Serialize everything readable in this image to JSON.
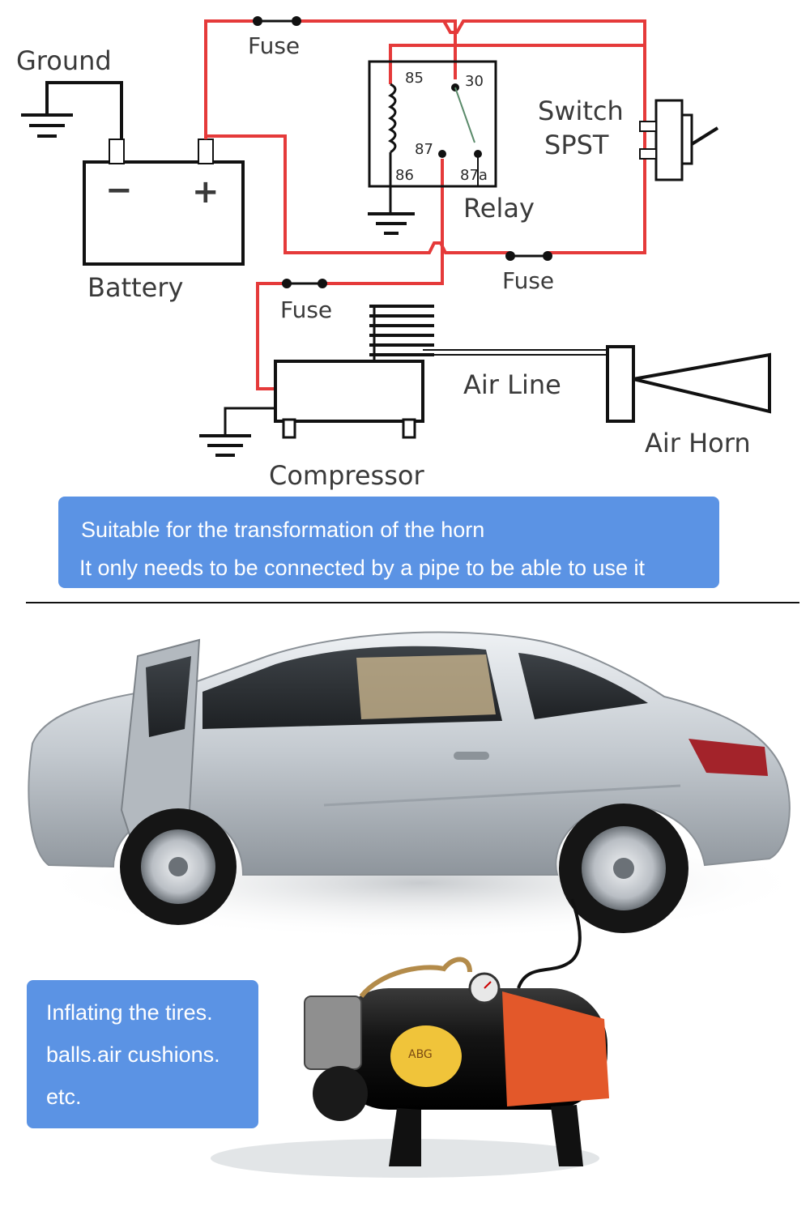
{
  "diagram": {
    "labels": {
      "ground": "Ground",
      "battery": "Battery",
      "fuse_top": "Fuse",
      "fuse_right": "Fuse",
      "fuse_compressor": "Fuse",
      "relay": "Relay",
      "switch_line1": "Switch",
      "switch_line2": "SPST",
      "compressor": "Compressor",
      "air_line": "Air Line",
      "air_horn": "Air Horn",
      "battery_minus": "−",
      "battery_plus": "+"
    },
    "relay_pins": {
      "p85": "85",
      "p30": "30",
      "p87": "87",
      "p86": "86",
      "p87a": "87a"
    },
    "colors": {
      "wire_red": "#e53a3a",
      "wire_black": "#111111"
    }
  },
  "callout_top": {
    "line1": "Suitable for the transformation of the horn",
    "line2": "It only needs to be connected by a pipe to be able to use it",
    "color": "#5b93e4"
  },
  "photo": {
    "callout": {
      "line1": "Inflating the tires.",
      "line2": "balls.air cushions.",
      "line3": "etc."
    },
    "tank_label": "ABG"
  }
}
